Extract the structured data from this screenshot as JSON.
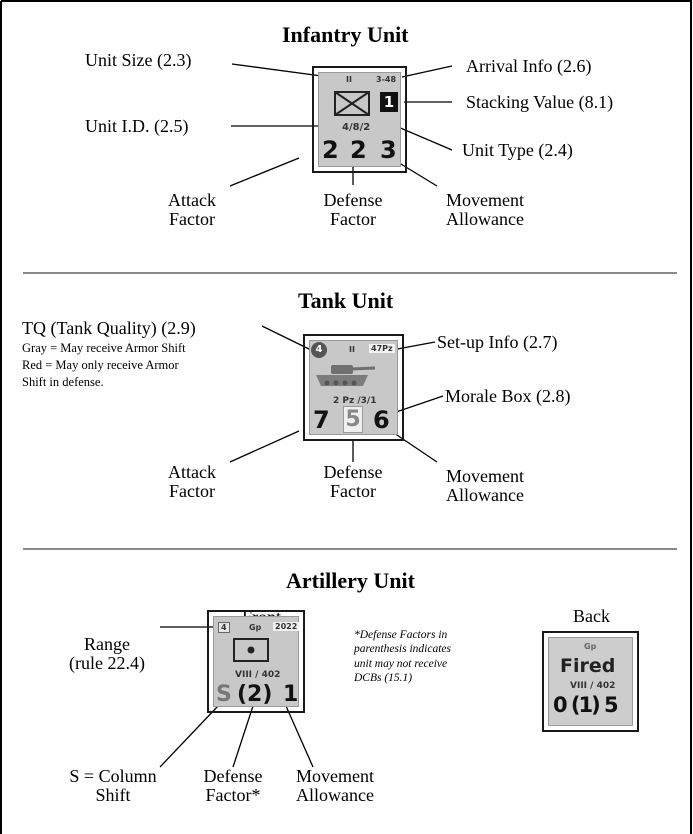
{
  "infantry": {
    "title": "Infantry Unit",
    "unit_size": "Unit Size (2.3)",
    "arrival_info": "Arrival Info (2.6)",
    "stacking_value": "Stacking Value (8.1)",
    "unit_id": "Unit I.D. (2.5)",
    "unit_type": "Unit Type (2.4)",
    "attack_1": "Attack",
    "attack_2": "Factor",
    "defense_1": "Defense",
    "defense_2": "Factor",
    "move_1": "Movement",
    "move_2": "Allowance",
    "counter": {
      "size": "II",
      "arrival": "3-48",
      "stack": "1",
      "id": "4/8/2",
      "attack": "2",
      "defense": "2",
      "move": "3"
    }
  },
  "tank": {
    "title": "Tank Unit",
    "tq": "TQ (Tank Quality) (2.9)",
    "tq_note_1": "Gray = May receive Armor Shift",
    "tq_note_2": "Red = May only receive Armor",
    "tq_note_3": "Shift in defense.",
    "setup_info": "Set-up Info (2.7)",
    "morale_box": "Morale Box (2.8)",
    "attack_1": "Attack",
    "attack_2": "Factor",
    "defense_1": "Defense",
    "defense_2": "Factor",
    "move_1": "Movement",
    "move_2": "Allowance",
    "counter": {
      "tq": "4",
      "size": "II",
      "setup": "47Pz",
      "id": "2 Pz /3/1",
      "attack": "7",
      "defense": "5",
      "move": "6"
    }
  },
  "artillery": {
    "title": "Artillery Unit",
    "front": "Front",
    "back": "Back",
    "range_1": "Range",
    "range_2": "(rule 22.4)",
    "note_1": "*Defense Factors in",
    "note_2": "parenthesis indicates",
    "note_3": "unit may not receive",
    "note_4": "DCBs (15.1)",
    "shift_1": "S = Column",
    "shift_2": "Shift",
    "defense_1": "Defense",
    "defense_2": "Factor*",
    "move_1": "Movement",
    "move_2": "Allowance",
    "front_counter": {
      "range": "4",
      "size": "Gp",
      "setup": "2022",
      "id": "VIII / 402",
      "shift": "S",
      "defense": "(2)",
      "move": "1"
    },
    "back_counter": {
      "size": "Gp",
      "fired": "Fired",
      "id": "VIII / 402",
      "values": "0 (1) 5"
    }
  }
}
